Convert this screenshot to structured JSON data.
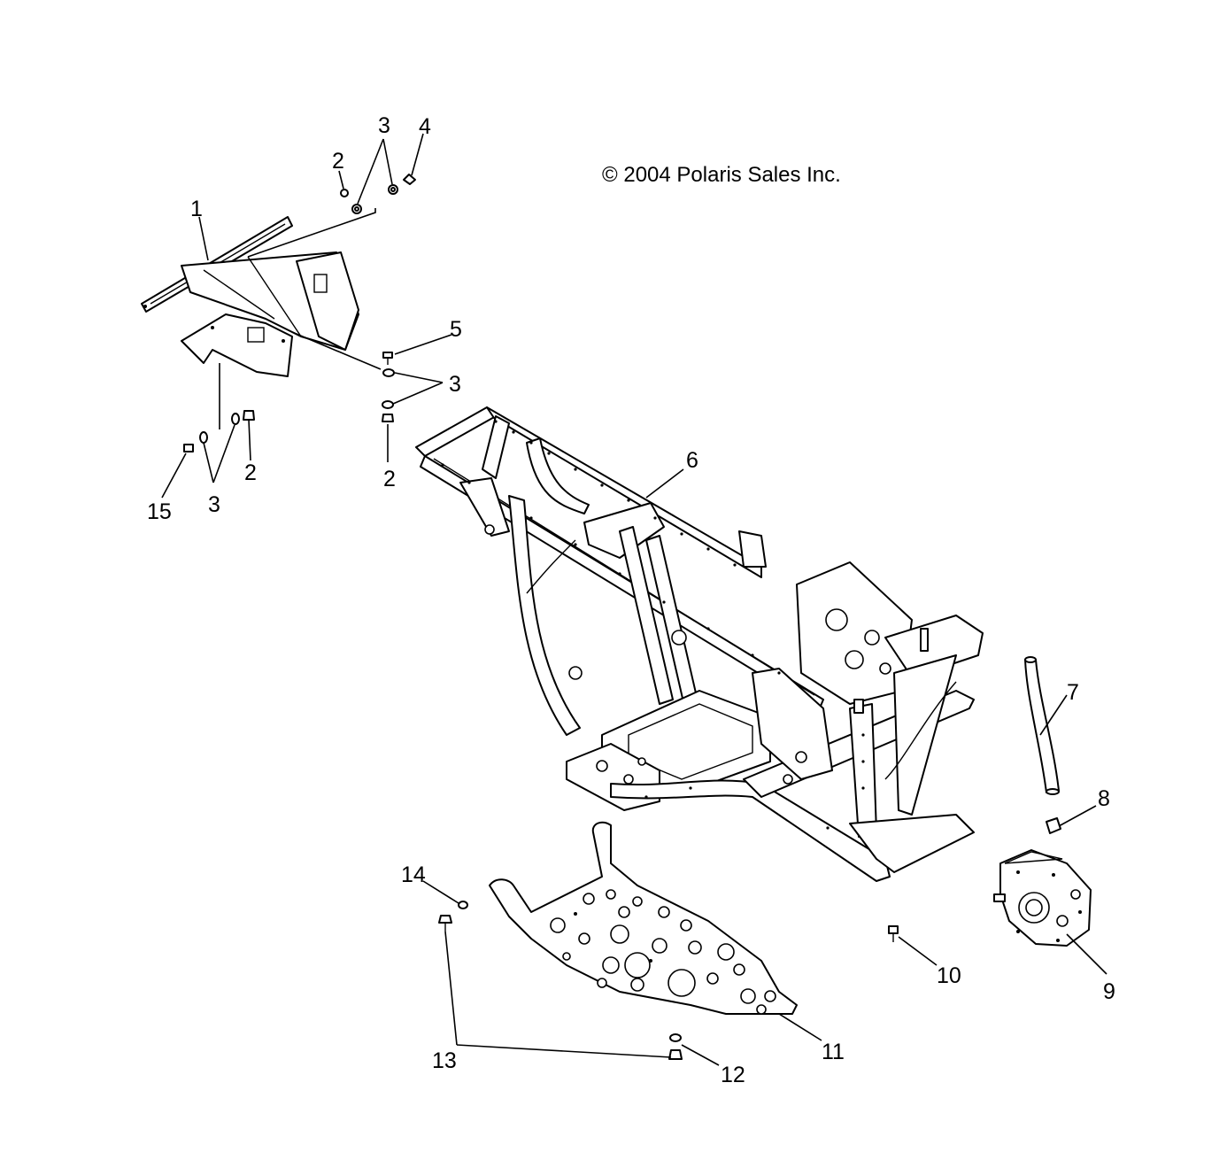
{
  "copyright": "© 2004 Polaris Sales Inc.",
  "callouts": {
    "c1": "1",
    "c2a": "2",
    "c3a": "3",
    "c4": "4",
    "c5": "5",
    "c3b": "3",
    "c2b": "2",
    "c2c": "2",
    "c3c": "3",
    "c15": "15",
    "c6": "6",
    "c7": "7",
    "c8": "8",
    "c9": "9",
    "c10": "10",
    "c11": "11",
    "c12": "12",
    "c13": "13",
    "c14": "14"
  }
}
